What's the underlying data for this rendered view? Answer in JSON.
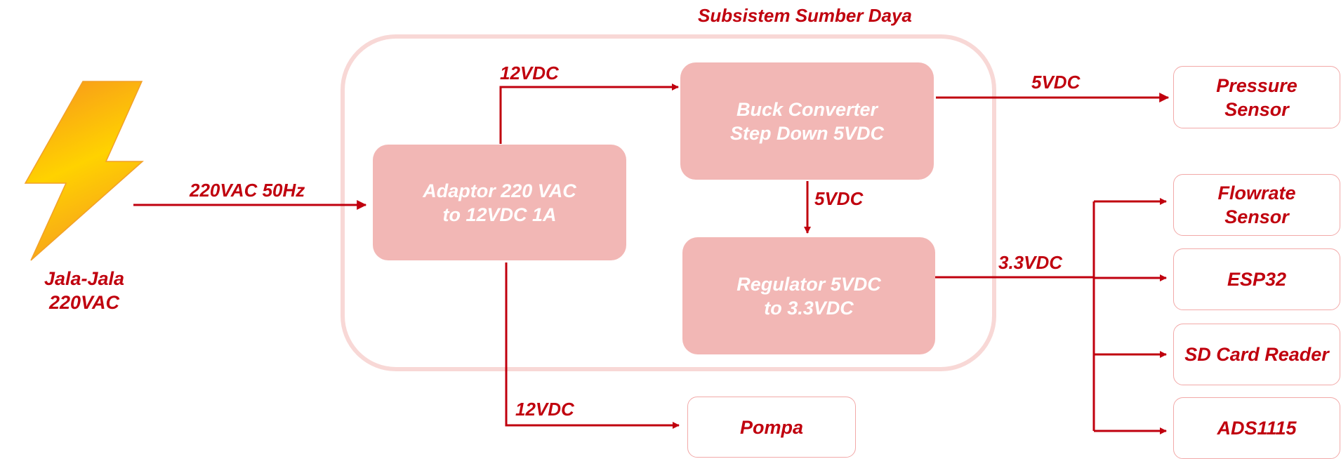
{
  "subsystem_title": "Subsistem Sumber Daya",
  "source": {
    "line1": "Jala-Jala",
    "line2": "220VAC",
    "icon": "lightning-bolt-icon"
  },
  "blocks": {
    "adaptor": {
      "line1": "Adaptor 220 VAC",
      "line2": "to 12VDC 1A"
    },
    "buck": {
      "line1": "Buck Converter",
      "line2": "Step Down 5VDC"
    },
    "regulator": {
      "line1": "Regulator 5VDC",
      "line2": "to 3.3VDC"
    }
  },
  "loads": {
    "pressure": {
      "line1": "Pressure",
      "line2": "Sensor"
    },
    "flowrate": {
      "line1": "Flowrate",
      "line2": "Sensor"
    },
    "esp32": {
      "line1": "ESP32"
    },
    "sdcard": {
      "line1": "SD Card Reader"
    },
    "ads": {
      "line1": "ADS1115"
    },
    "pompa": {
      "line1": "Pompa"
    }
  },
  "connections": {
    "mains_to_adaptor": "220VAC 50Hz",
    "adaptor_to_buck": "12VDC",
    "buck_to_pressure": "5VDC",
    "buck_to_regulator": "5VDC",
    "regulator_to_loads": "3.3VDC",
    "adaptor_to_pompa": "12VDC"
  },
  "colors": {
    "accent": "#c0000e",
    "block_fill": "#f2b7b5",
    "group_border": "#f8d8d6",
    "bolt_top": "#f7931e",
    "bolt_bottom": "#ffd200"
  }
}
